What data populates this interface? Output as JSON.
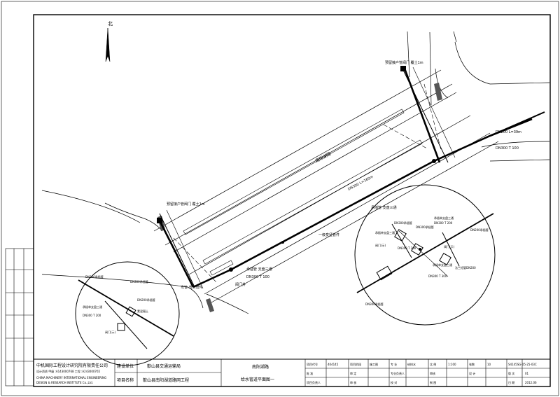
{
  "drawing": {
    "north_label": "北",
    "road_name": "南阳湖路",
    "plan_labels": {
      "tap_note_top": "预留接户管阀门 覆土1m",
      "tap_note_left": "预留接户管阀门 覆土1m",
      "tee_note_upper": "承插管 支盘三通",
      "tee_note_left": "承插管 支盘三通",
      "reducer_note": "一级变径管件",
      "pipe_right_end_size": "DN200 L=39m",
      "pipe_right_end_size2": "DN300 T 100",
      "pipe_mid_size": "DN300 L=160m",
      "pipe_left_size": "DN300 T 100",
      "valve_note": "阀门井",
      "bend_note": "弯管 弯头管件"
    },
    "detail_right": {
      "labels": [
        "DN300承插管",
        "承插单支盘三通",
        "DN300 T 200",
        "承插单支盘三通",
        "阀门(示)",
        "DN300承插管",
        "DN300 T 200",
        "DN200承插管",
        "承插单支盘三通",
        "法兰短管DN200",
        "DN300 T 300",
        "DN300承插管",
        "阀门(示)"
      ]
    },
    "detail_left": {
      "labels": [
        "DN300承插管",
        "DN300承插管",
        "DN300 T 200",
        "承插单支盘三通",
        "阀门(示)",
        "素混凝土",
        "DN200承插管"
      ]
    }
  },
  "left_strip": [
    "",
    "",
    "",
    "",
    "",
    ""
  ],
  "title_block": {
    "company_cn": "中机国际工程设计研究院有限责任公司",
    "company_cert": "设计资质 甲级 :A143000768 工程 :A243000765",
    "company_en1": "CHINA MACHINERY INTERNATIONAL ENGINEERING",
    "company_en2": "DESIGN & RESEARCH INSTITUTE Co.,Ltd.",
    "build_unit_label": "建设单位",
    "build_unit_value": "歙山县交通运输局",
    "project_name_label": "项目名称",
    "project_name_value": "歙山县南阳湖道路网工程",
    "drawing_title_1": "南阳湖路",
    "drawing_title_2": "给水管道平面图一",
    "row1": {
      "proj_no_label": "项目代号",
      "proj_no_value": "404145",
      "stage_label": "项目阶段",
      "stage_value": "施工图",
      "discipline_label": "专 业",
      "discipline_value": "给排水",
      "scale_label": "比 例",
      "scale_value": "1:100",
      "sheets_label": "张数",
      "sheets_value": "10",
      "drawing_no": "S4145SG-05-25-03C"
    },
    "row2": {
      "approve_label": "批 准",
      "approve_value": "",
      "review_label": "审 定",
      "review_value": "",
      "pro_lead_label": "专业负责人",
      "pro_lead_value": "",
      "check_label": "审核",
      "check_value": "",
      "design_label": "设 计",
      "design_value": "",
      "version_label": "版 次",
      "version_value": "01"
    },
    "row3": {
      "pm_label": "项目负责人",
      "pm_value": "",
      "audit_label": "审 核",
      "audit_value": "",
      "proof_label": "校 对",
      "proof_value": "",
      "draw_label": "制 图",
      "draw_value": "",
      "date_label": "日 期",
      "date_value": "2012.06"
    }
  }
}
